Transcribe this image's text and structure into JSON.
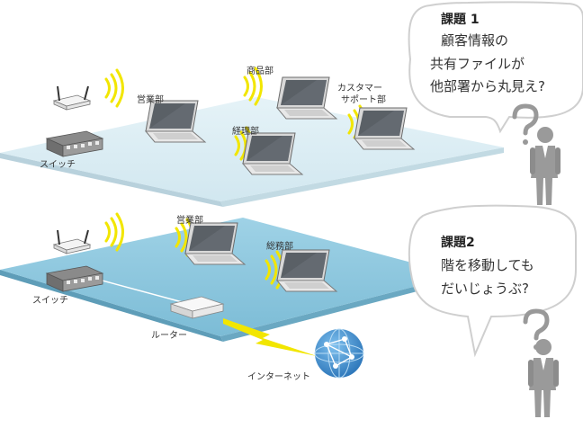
{
  "floors": {
    "upper": {
      "switch_label": "スイッチ",
      "departments": [
        "営業部",
        "商品部",
        "経理部",
        "カスタマー",
        "サポート部"
      ]
    },
    "lower": {
      "switch_label": "スイッチ",
      "router_label": "ルーター",
      "internet_label": "インターネット",
      "departments": [
        "営業部",
        "総務部"
      ]
    }
  },
  "issues": [
    {
      "title": "課題 1",
      "lines": [
        "顧客情報の",
        "共有ファイルが",
        "他部署から丸見え?"
      ]
    },
    {
      "title": "課題2",
      "lines": [
        "階を移動しても",
        "だいじょうぶ?"
      ]
    }
  ],
  "colors": {
    "upper_floor": "#d9ecf3",
    "lower_floor": "#8fc9df",
    "signal": "#f2e600",
    "globe": "#3c8fd0",
    "person": "#9a9a9a"
  }
}
